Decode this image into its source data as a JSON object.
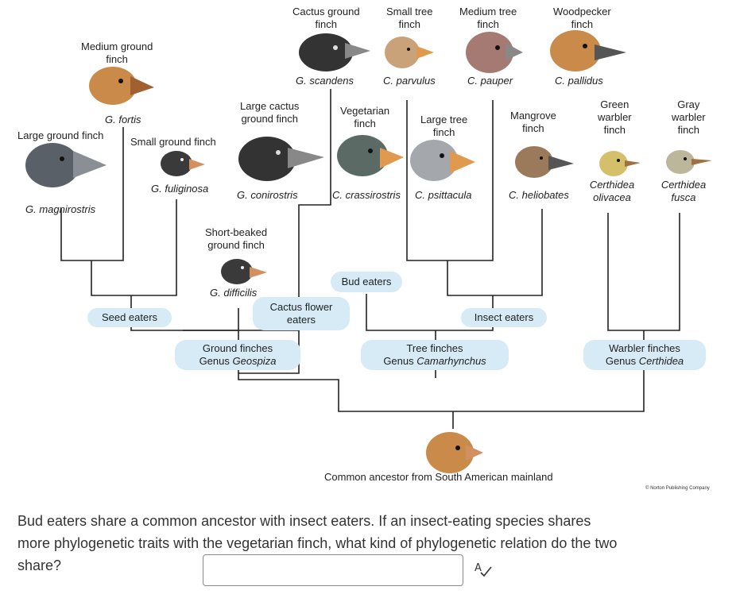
{
  "species": [
    {
      "id": "g-magnirostris",
      "common": [
        "Large ground finch"
      ],
      "scientific": "G. magnirostris",
      "color": "#5a6068"
    },
    {
      "id": "g-fortis",
      "common": [
        "Medium ground",
        "finch"
      ],
      "scientific": "G. fortis",
      "color": "#c98a4a"
    },
    {
      "id": "g-fuliginosa",
      "common": [
        "Small ground finch"
      ],
      "scientific": "G. fuliginosa",
      "color": "#3a3a3a"
    },
    {
      "id": "g-difficilis",
      "common": [
        "Short-beaked",
        "ground finch"
      ],
      "scientific": "G. difficilis",
      "color": "#3a3a3a"
    },
    {
      "id": "g-conirostris",
      "common": [
        "Large cactus",
        "ground finch"
      ],
      "scientific": "G. conirostris",
      "color": "#333333"
    },
    {
      "id": "g-scandens",
      "common": [
        "Cactus ground",
        "finch"
      ],
      "scientific": "G. scandens",
      "color": "#333333"
    },
    {
      "id": "c-crassirostris",
      "common": [
        "Vegetarian",
        "finch"
      ],
      "scientific": "C. crassirostris",
      "color": "#5c6a66"
    },
    {
      "id": "c-parvulus",
      "common": [
        "Small tree",
        "finch"
      ],
      "scientific": "C. parvulus",
      "color": "#c9a27a"
    },
    {
      "id": "c-psittacula",
      "common": [
        "Large tree",
        "finch"
      ],
      "scientific": "C. psittacula",
      "color": "#a4a8ac"
    },
    {
      "id": "c-pauper",
      "common": [
        "Medium tree",
        "finch"
      ],
      "scientific": "C. pauper",
      "color": "#a47a72"
    },
    {
      "id": "c-heliobates",
      "common": [
        "Mangrove",
        "finch"
      ],
      "scientific": "C. heliobates",
      "color": "#9a7a5a"
    },
    {
      "id": "c-pallidus",
      "common": [
        "Woodpecker",
        "finch"
      ],
      "scientific": "C. pallidus",
      "color": "#c98a4a"
    },
    {
      "id": "certhidea-olivacea",
      "common": [
        "Green",
        "warbler",
        "finch"
      ],
      "scientific": "Certhidea olivacea",
      "color": "#d4c06a"
    },
    {
      "id": "certhidea-fusca",
      "common": [
        "Gray",
        "warbler",
        "finch"
      ],
      "scientific": "Certhidea fusca",
      "color": "#bcb69a"
    }
  ],
  "groups": {
    "seed_eaters": "Seed eaters",
    "cactus_flower_eaters": [
      "Cactus flower",
      "eaters"
    ],
    "bud_eaters": "Bud eaters",
    "insect_eaters": "Insect eaters"
  },
  "genera": {
    "geospiza": {
      "label": "Ground finches",
      "genus_word": "Genus",
      "genus_name": "Geospiza"
    },
    "camarhynchus": {
      "label": "Tree finches",
      "genus_word": "Genus",
      "genus_name": "Camarhynchus"
    },
    "certhidea": {
      "label": "Warbler finches",
      "genus_word": "Genus",
      "genus_name": "Certhidea"
    }
  },
  "ancestor": {
    "label": "Common ancestor from South American mainland",
    "color": "#c98a4a"
  },
  "copyright": "© Norton Publishing Company",
  "question": {
    "text": "Bud eaters share a common ancestor with insect eaters. If an insect-eating species shares more phylogenetic traits with the vegetarian finch, what kind of phylogenetic relation do the two share?",
    "answer_value": ""
  },
  "icons": {
    "spellcheck": "spellcheck-icon"
  }
}
